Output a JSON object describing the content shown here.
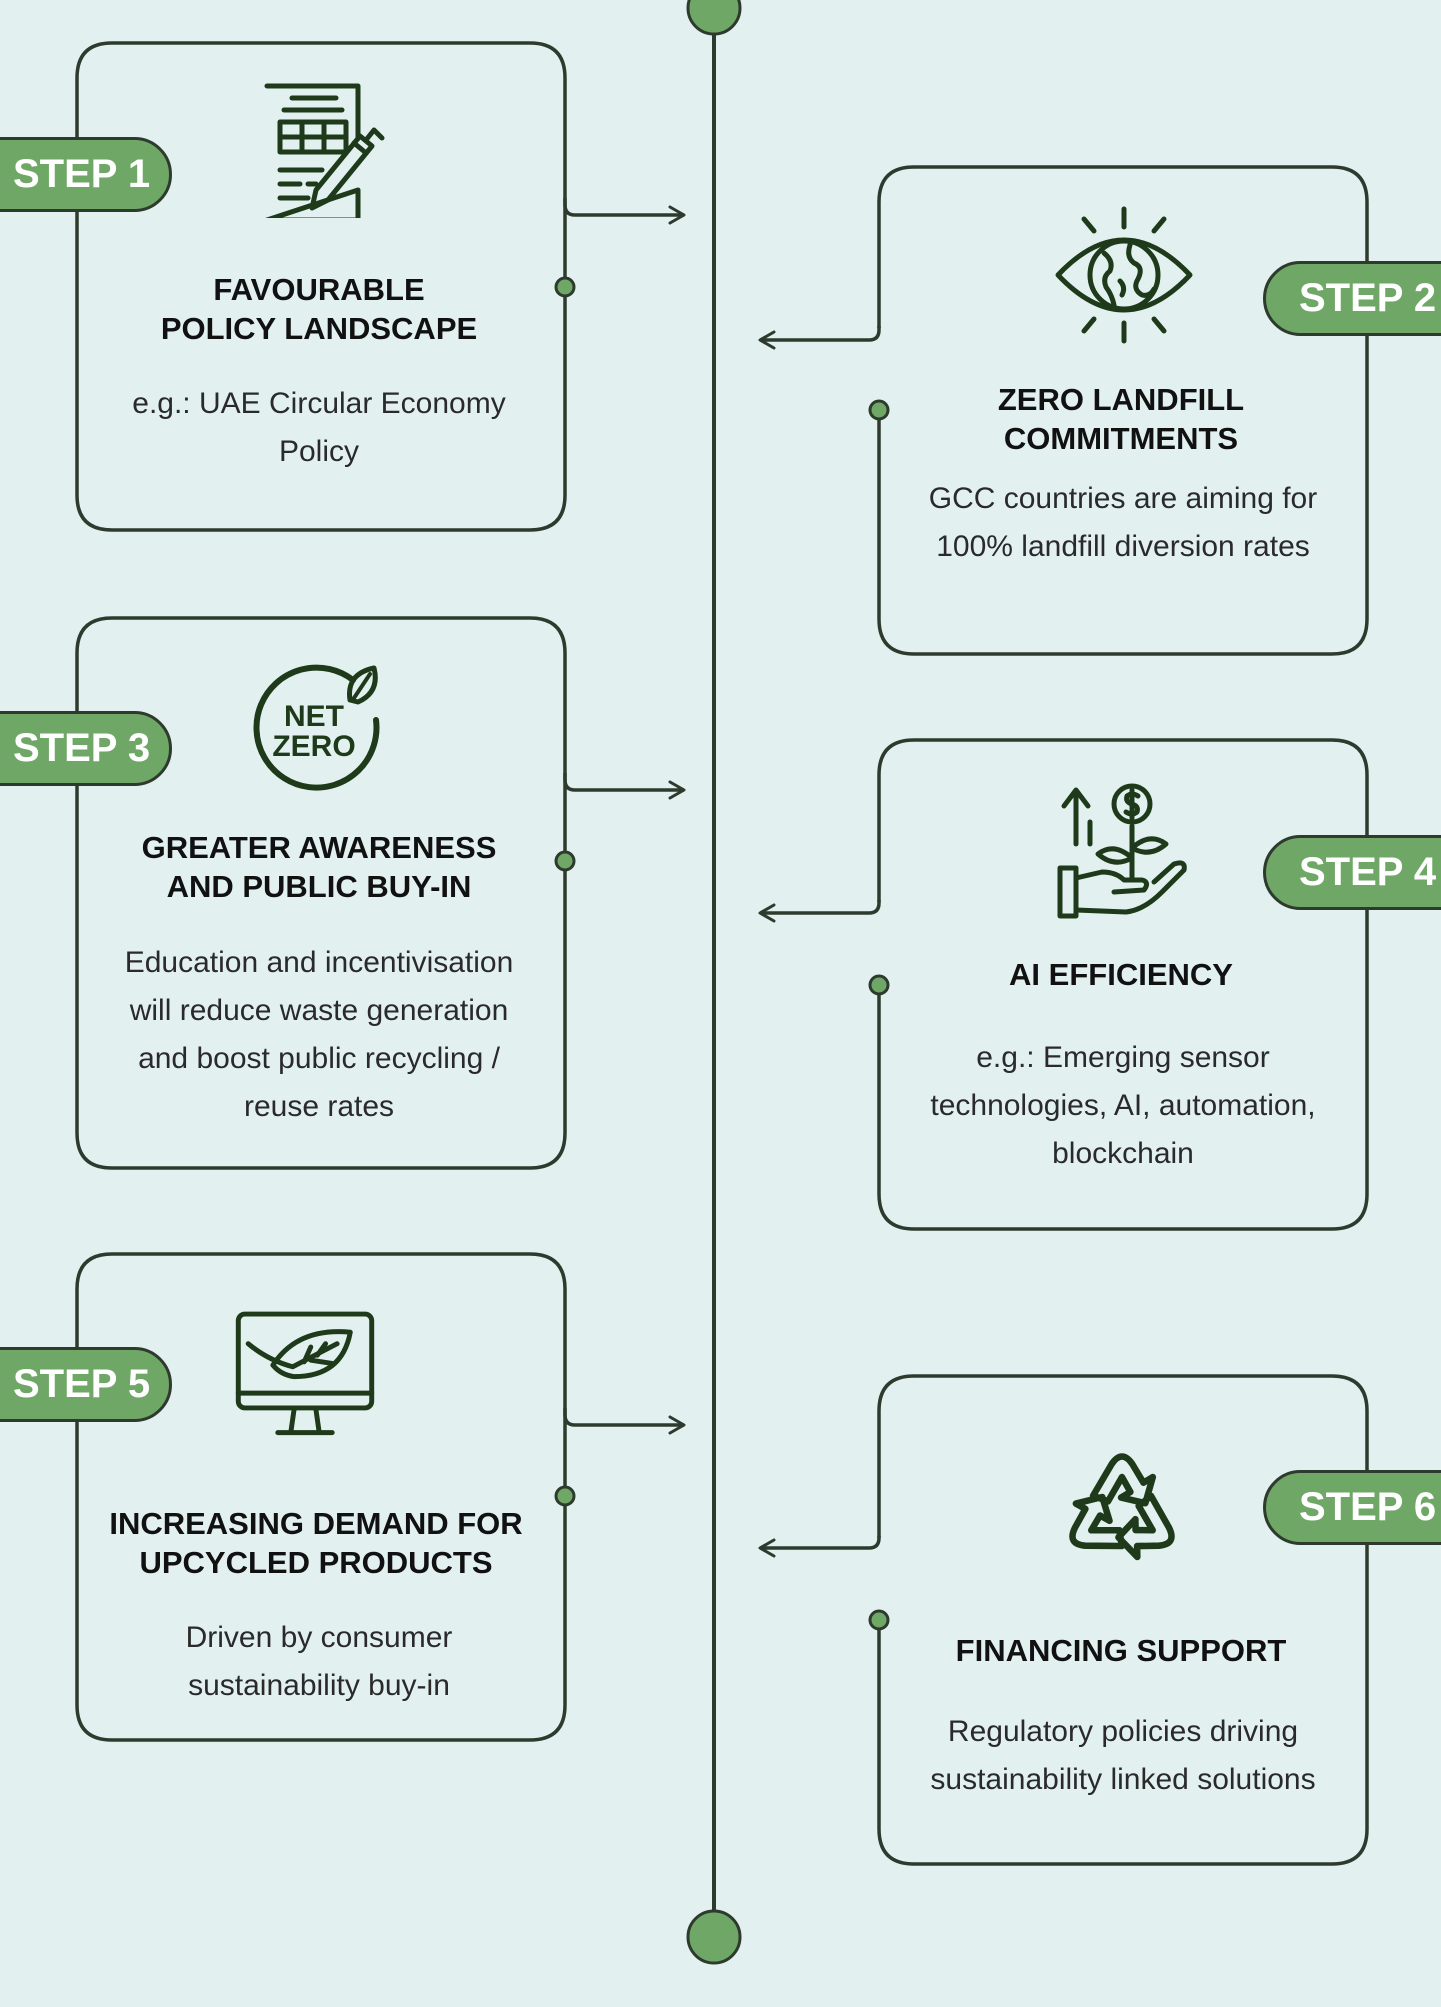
{
  "colors": {
    "background": "#E2F1F0",
    "accent_green": "#6FA866",
    "line_dark": "#2E3A2E",
    "icon_dark": "#1E3A1A"
  },
  "steps": [
    {
      "badge": "STEP 1",
      "icon": "policy-document-pen-icon",
      "title": "FAVOURABLE\nPOLICY LANDSCAPE",
      "description": "e.g.: UAE Circular Economy\nPolicy"
    },
    {
      "badge": "STEP 2",
      "icon": "eye-globe-icon",
      "title": "ZERO LANDFILL\nCOMMITMENTS",
      "description": "GCC countries are aiming for\n100% landfill diversion rates"
    },
    {
      "badge": "STEP 3",
      "icon": "net-zero-leaf-icon",
      "icon_text_line1": "NET",
      "icon_text_line2": "ZERO",
      "title": "GREATER AWARENESS\nAND PUBLIC BUY-IN",
      "description": "Education and incentivisation\nwill reduce waste generation\nand boost public recycling /\nreuse rates"
    },
    {
      "badge": "STEP 4",
      "icon": "hand-growth-dollar-icon",
      "title": "AI EFFICIENCY",
      "description": "e.g.: Emerging sensor\ntechnologies, AI, automation,\nblockchain"
    },
    {
      "badge": "STEP 5",
      "icon": "monitor-leaf-icon",
      "title": "INCREASING DEMAND FOR\nUPCYCLED PRODUCTS",
      "description": "Driven by consumer\nsustainability buy-in"
    },
    {
      "badge": "STEP 6",
      "icon": "recycle-icon",
      "title": "FINANCING SUPPORT",
      "description": "Regulatory policies driving\nsustainability linked solutions"
    }
  ]
}
